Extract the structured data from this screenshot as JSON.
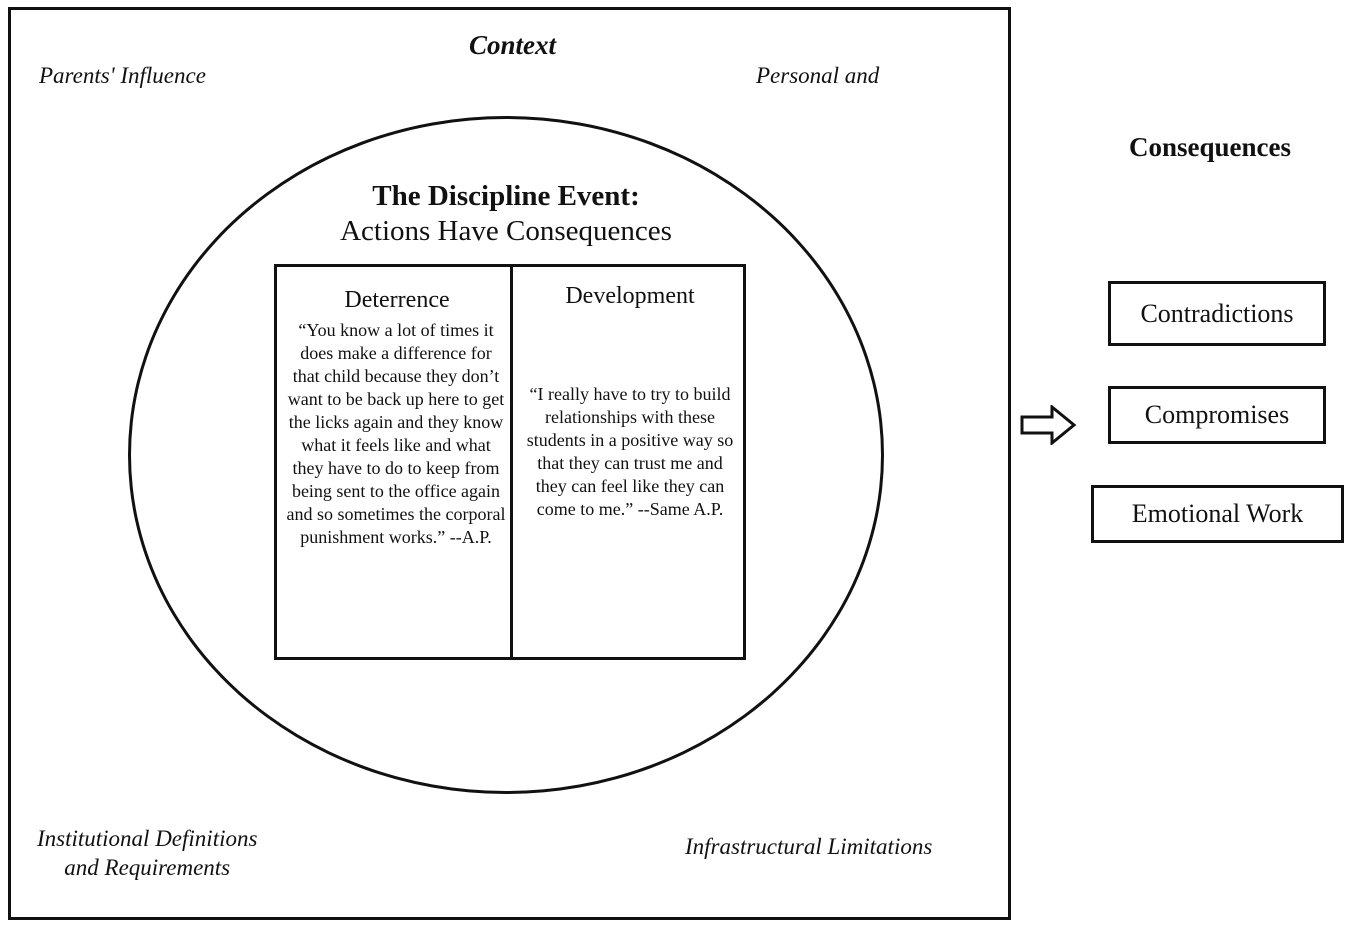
{
  "context": {
    "title": "Context",
    "parents_influence": "Parents' Influence",
    "personal_and": "Personal and",
    "institutional_line1": "Institutional Definitions",
    "institutional_line2": "and Requirements",
    "infrastructural": "Infrastructural Limitations"
  },
  "event": {
    "title": "The Discipline Event:",
    "subtitle": "Actions Have Consequences",
    "deterrence": {
      "heading": "Deterrence",
      "quote": "“You know a lot of times it does make a difference for that child because they don’t want to be back up here to get the licks again and they know what it feels like and what they have to do to keep from being sent to the office again and so sometimes the corporal punishment works.” --A.P."
    },
    "development": {
      "heading": "Development",
      "quote": "“I really have to try to build relationships with these students in a positive way so that they can trust me and they can feel like they can come to me.” --Same A.P."
    }
  },
  "consequences": {
    "title": "Consequences",
    "items": [
      "Contradictions",
      "Compromises",
      "Emotional Work"
    ]
  },
  "icons": {
    "arrow": "right-arrow-icon"
  }
}
